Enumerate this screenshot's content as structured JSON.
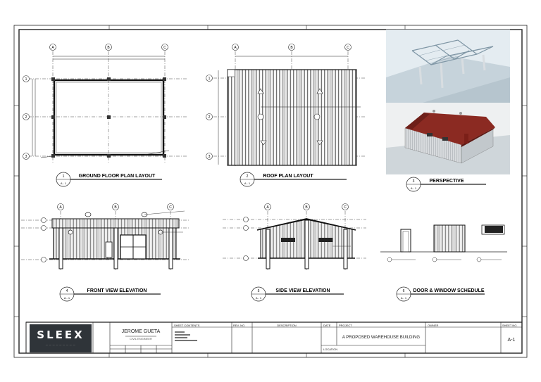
{
  "views": {
    "ground_floor": {
      "number": "1",
      "sheet": "A - 1",
      "title": "GROUND FLOOR PLAN LAYOUT"
    },
    "roof_plan": {
      "number": "2",
      "sheet": "A - 1",
      "title": "ROOF PLAN LAYOUT"
    },
    "perspective": {
      "number": "3",
      "sheet": "A - 1",
      "title": "PERSPECTIVE"
    },
    "front_elevation": {
      "number": "4",
      "sheet": "A - 1",
      "title": "FRONT VIEW ELEVATION"
    },
    "side_elevation": {
      "number": "5",
      "sheet": "A - 1",
      "title": "SIDE VIEW ELEVATION"
    },
    "door_window": {
      "number": "6",
      "sheet": "A - 1",
      "title": "DOOR & WINDOW SCHEDULE"
    }
  },
  "gridlines": {
    "columns": [
      "A",
      "B",
      "C"
    ],
    "rows": [
      "1",
      "2",
      "3"
    ]
  },
  "title_block": {
    "logo": "SLEEX",
    "designer": "JEROME GUETA",
    "designer_role": "CIVIL ENGINEER",
    "headers": {
      "sheet_contents": "SHEET CONTENTS",
      "rev_no": "REV. NO.",
      "description": "DESCRIPTION",
      "date": "DATE",
      "project": "PROJECT",
      "owner": "OWNER",
      "sheet_no": "SHEET NO.",
      "location": "LOCATION"
    },
    "project_name": "A PROPOSED WAREHOUSE BUILDING",
    "sheet_number": "A-1"
  },
  "colors": {
    "ink": "#222222",
    "roof_red": "#8b2a22",
    "wall_gray": "#d9dcdf",
    "steel_blue": "#9fb9c9",
    "logo_bg": "#2f3439"
  }
}
